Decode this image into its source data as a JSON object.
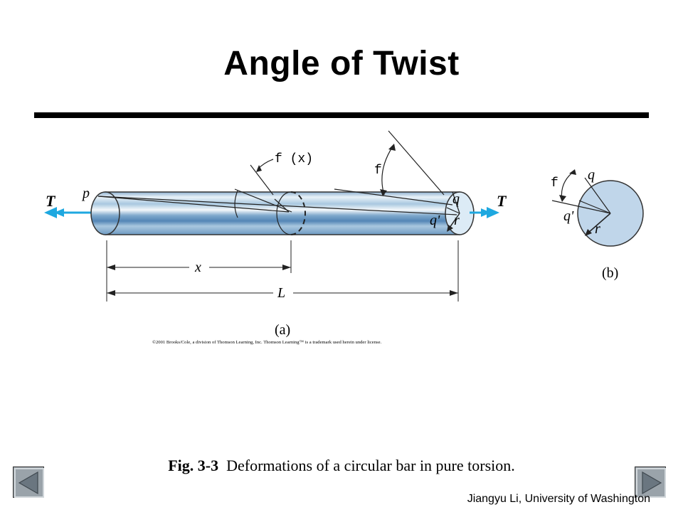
{
  "slide": {
    "title": "Angle of Twist",
    "caption_prefix": "Fig. 3-3",
    "caption_text": "Deformations of a circular bar in pure torsion.",
    "footer": "Jiangyu Li, University of Washington",
    "copyright": "©2001 Brooks/Cole, a division of Thomson Learning, Inc.  Thomson Learning™ is a trademark used herein under license."
  },
  "figure": {
    "labels": {
      "torque_left": "T",
      "torque_right": "T",
      "point_p": "p",
      "point_q": "q",
      "point_q_prime": "q'",
      "point_r": "r",
      "phi_x": "f (x)",
      "phi": "f",
      "dim_x": "x",
      "dim_L": "L",
      "part_a": "(a)",
      "part_b": "(b)",
      "b_phi": "f",
      "b_q": "q",
      "b_q_prime": "q'",
      "b_r": "r"
    },
    "colors": {
      "arrow_blue": "#1ea8e0",
      "bar_light": "#dceaf4",
      "bar_mid": "#9cc0dc",
      "bar_dark": "#5d8fbd",
      "section_fill": "#c0d6ea"
    }
  },
  "nav": {
    "prev_icon": "triangle-left-icon",
    "next_icon": "triangle-right-icon"
  }
}
